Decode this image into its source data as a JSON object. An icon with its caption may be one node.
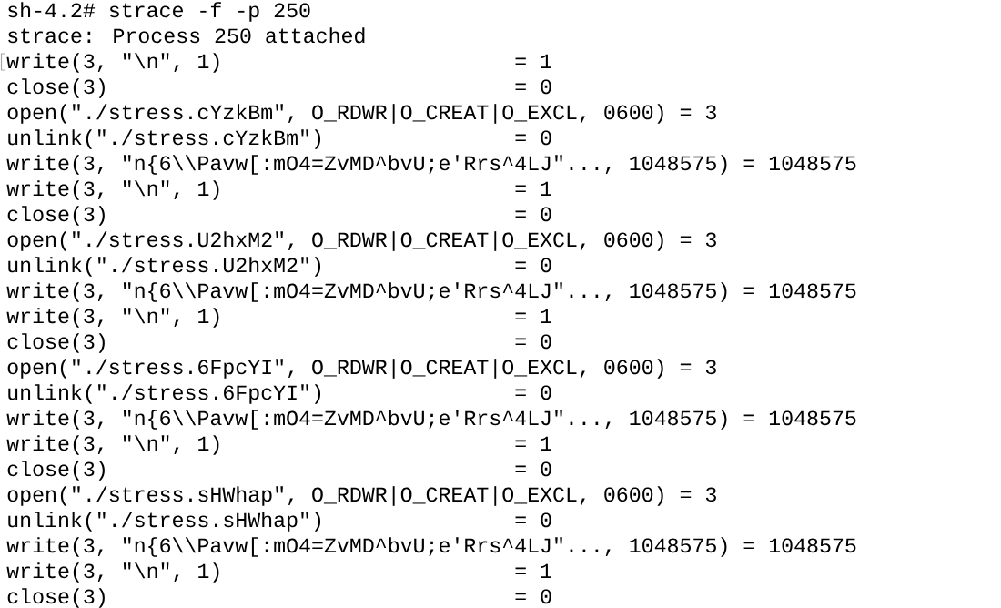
{
  "diagram": {
    "labels": [
      "sh-4.2# strace -f -p 250",
      "strace: Process 250 attached",
      "write(3, \"\\n\", 1)",
      "= 1",
      "close(3)",
      "= 0",
      "open(\"./stress.cYzkBm\", O_RDWR|O_CREAT|O_EXCL, 0600)",
      "= 3",
      "unlink(\"./stress.cYzkBm\")",
      "= 0",
      "write(3, \"n{6\\\\Pavw[:mO4=ZvMD^bvU;e'Rrs^4LJ\"..., 1048575)",
      "= 1048575",
      "write(3, \"\\n\", 1)",
      "= 1",
      "close(3)",
      "= 0",
      "open(\"./stress.U2hxM2\", O_RDWR|O_CREAT|O_EXCL, 0600)",
      "= 3",
      "unlink(\"./stress.U2hxM2\")",
      "= 0",
      "write(3, \"n{6\\\\Pavw[:mO4=ZvMD^bvU;e'Rrs^4LJ\"..., 1048575)",
      "= 1048575",
      "write(3, \"\\n\", 1)",
      "= 1",
      "close(3)",
      "= 0",
      "open(\"./stress.6FpcYI\", O_RDWR|O_CREAT|O_EXCL, 0600)",
      "= 3",
      "unlink(\"./stress.6FpcYI\")",
      "= 0",
      "write(3, \"n{6\\\\Pavw[:mO4=ZvMD^bvU;e'Rrs^4LJ\"..., 1048575)",
      "= 1048575",
      "write(3, \"\\n\", 1)",
      "= 1",
      "close(3)",
      "= 0",
      "open(\"./stress.sHWhap\", O_RDWR|O_CREAT|O_EXCL, 0600)",
      "= 3",
      "unlink(\"./stress.sHWhap\")",
      "= 0",
      "write(3, \"n{6\\\\Pavw[:mO4=ZvMD^bvU;e'Rrs^4LJ\"..., 1048575)",
      "= 1048575",
      "write(3, \"\\n\", 1)",
      "= 1",
      "close(3)",
      "= 0"
    ]
  }
}
